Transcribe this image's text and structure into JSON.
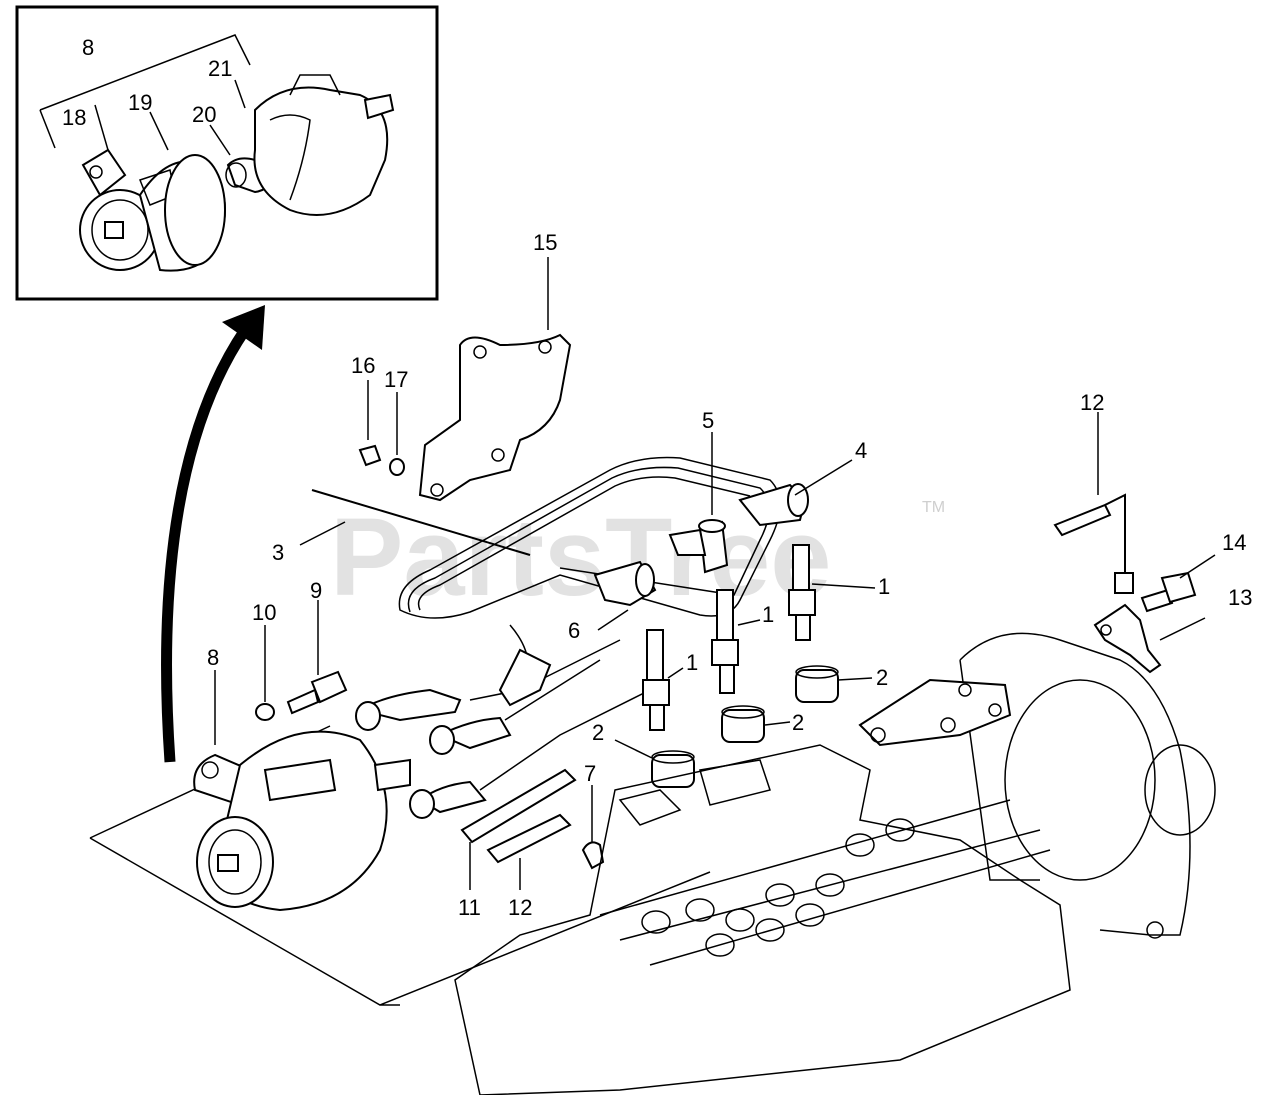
{
  "watermark": {
    "text": "PartsTree",
    "trademark": "TM"
  },
  "callouts": {
    "c1a": "1",
    "c1b": "1",
    "c1c": "1",
    "c2a": "2",
    "c2b": "2",
    "c2c": "2",
    "c3": "3",
    "c4": "4",
    "c5": "5",
    "c6": "6",
    "c7": "7",
    "c8_inset": "8",
    "c8_main": "8",
    "c9": "9",
    "c10": "10",
    "c11": "11",
    "c12_main": "12",
    "c12_right": "12",
    "c13": "13",
    "c14": "14",
    "c15": "15",
    "c16": "16",
    "c17": "17",
    "c18": "18",
    "c19": "19",
    "c20": "20",
    "c21": "21"
  }
}
